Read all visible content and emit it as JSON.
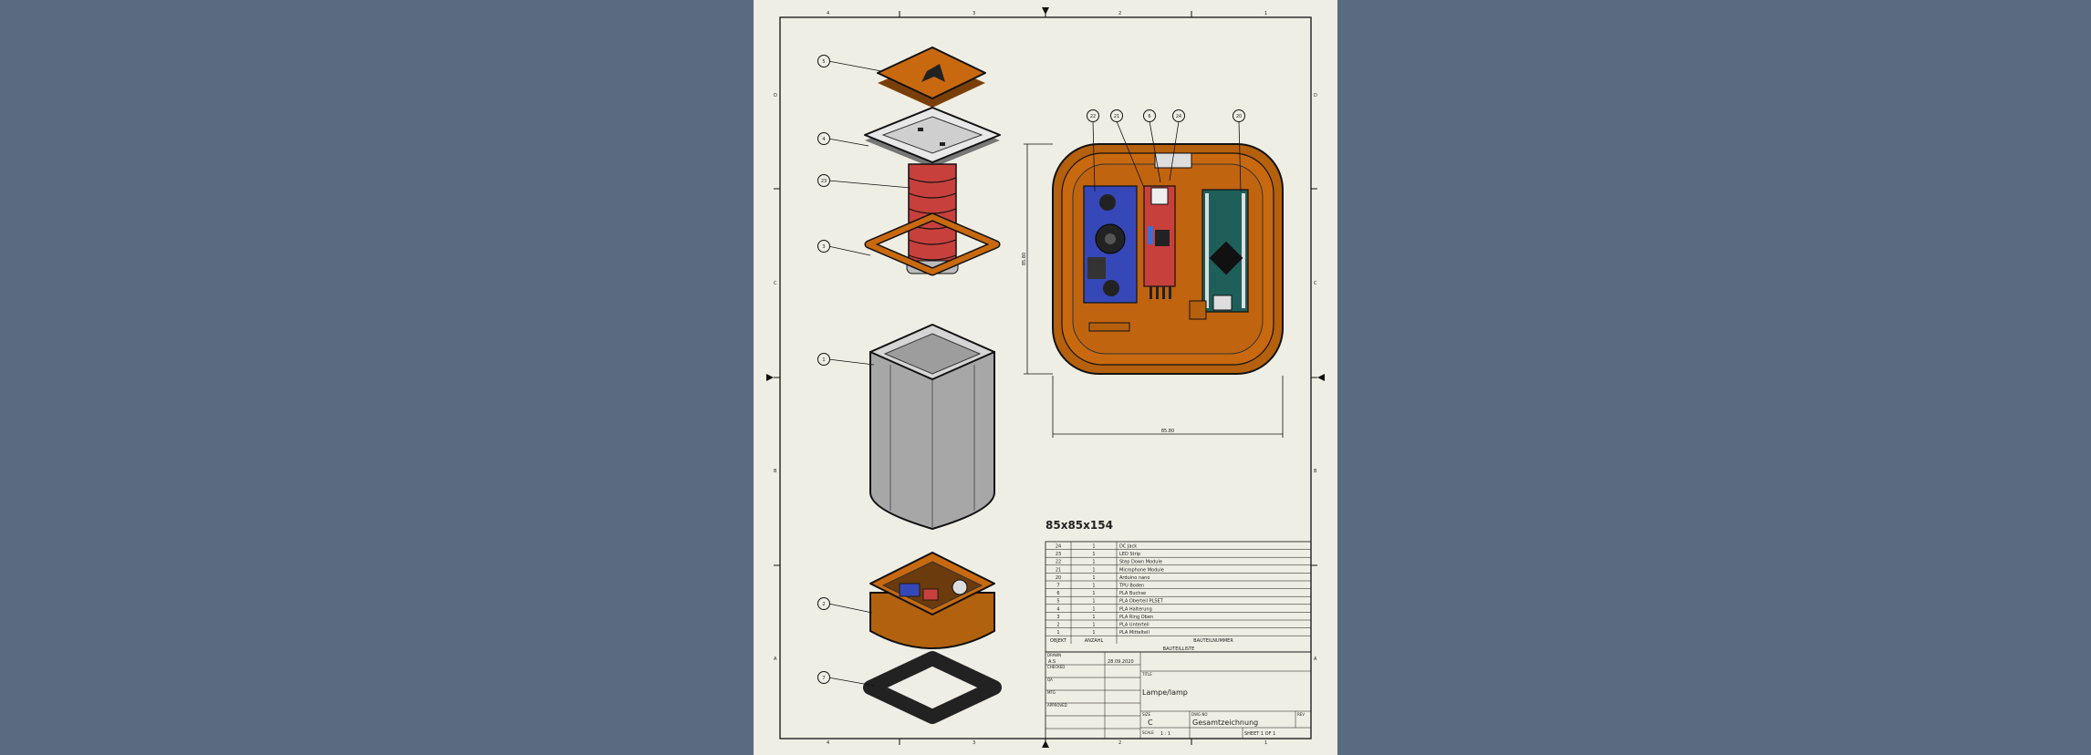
{
  "drawing": {
    "size_label": "85x85x154",
    "dim_width": "85.80",
    "dim_height": "85.80",
    "balloons": {
      "lid": "5",
      "cover": "4",
      "led": "23",
      "ring": "3",
      "sleeve": "1",
      "base": "2",
      "foot": "7",
      "top_a": "22",
      "top_b": "21",
      "top_c": "6",
      "top_d": "24",
      "top_e": "20"
    },
    "border_cols": [
      "4",
      "3",
      "2",
      "1"
    ],
    "border_rows": [
      "D",
      "C",
      "B",
      "A"
    ]
  },
  "bom": {
    "header": {
      "item": "OBJEKT",
      "qty": "ANZAHL",
      "part": "BAUTEILNUMMER"
    },
    "footer": "BAUTEILLISTE",
    "rows": [
      {
        "item": "24",
        "qty": "1",
        "part": "DC Jack"
      },
      {
        "item": "23",
        "qty": "1",
        "part": "LED Strip"
      },
      {
        "item": "22",
        "qty": "1",
        "part": "Step Down Module"
      },
      {
        "item": "21",
        "qty": "1",
        "part": "Microphone Module"
      },
      {
        "item": "20",
        "qty": "1",
        "part": "Arduino nano"
      },
      {
        "item": "7",
        "qty": "1",
        "part": "TPU Boden"
      },
      {
        "item": "6",
        "qty": "1",
        "part": "PLA Buchse"
      },
      {
        "item": "5",
        "qty": "1",
        "part": "PLA Oberteil PLSET"
      },
      {
        "item": "4",
        "qty": "1",
        "part": "PLA Halterung"
      },
      {
        "item": "3",
        "qty": "1",
        "part": "PLA Ring Oben"
      },
      {
        "item": "2",
        "qty": "1",
        "part": "PLA Unterteil"
      },
      {
        "item": "1",
        "qty": "1",
        "part": "PLA Mittelteil"
      }
    ]
  },
  "title_block": {
    "drawn_label": "DRAWN",
    "drawn_by": "A.S",
    "date": "28.09.2020",
    "checked_label": "CHECKED",
    "qa_label": "QA",
    "mfg_label": "MFG",
    "approved_label": "APPROVED",
    "title_label": "TITLE",
    "title": "Lampe/lamp",
    "size_label": "SIZE",
    "size": "C",
    "dwg_label": "DWG NO",
    "dwg": "Gesamtzeichnung",
    "rev_label": "REV",
    "scale_label": "SCALE",
    "scale": "1 : 1",
    "sheet": "SHEET 1  OF 1"
  },
  "colors": {
    "orange": "#c9690f",
    "blue_pcb": "#3647b8",
    "red_pcb": "#c8403c",
    "teal_pcb": "#1f5f5a"
  }
}
